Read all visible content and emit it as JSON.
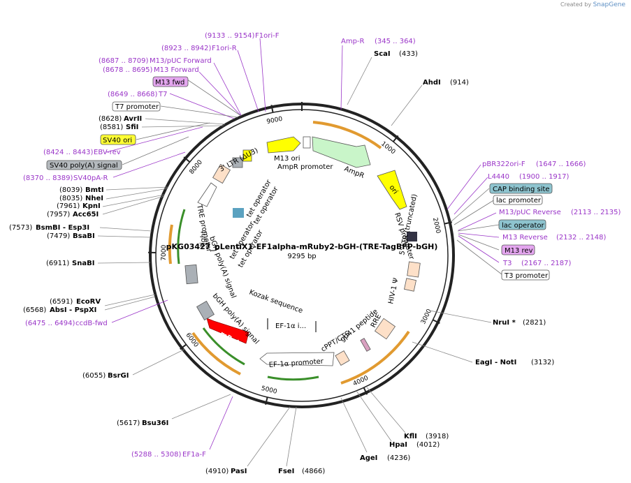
{
  "credit": {
    "prefix": "Created by",
    "brand": "SnapGene"
  },
  "plasmid": {
    "name": "pKG03427_pLentiX1-EF1alpha-mRuby2-bGH-(TRE-TagBFP-bGH)",
    "length": "9295 bp",
    "ticks": [
      "1000",
      "2000",
      "3000",
      "4000",
      "5000",
      "6000",
      "7000",
      "8000",
      "9000"
    ]
  },
  "sites": [
    {
      "name": "ScaI",
      "pos": "(433)"
    },
    {
      "name": "AhdI",
      "pos": "(914)"
    },
    {
      "name": "NruI *",
      "pos": "(2821)"
    },
    {
      "name": "EagI - NotI",
      "pos": "(3132)"
    },
    {
      "name": "KflI",
      "pos": "(3918)"
    },
    {
      "name": "HpaI",
      "pos": "(4012)"
    },
    {
      "name": "AgeI",
      "pos": "(4236)"
    },
    {
      "name": "FseI",
      "pos": "(4866)"
    },
    {
      "name": "PasI",
      "pos": "(4910)"
    },
    {
      "name": "Bsu36I",
      "pos": "(5617)"
    },
    {
      "name": "BsrGI",
      "pos": "(6055)"
    },
    {
      "name": "EcoRV",
      "pos": "(6591)"
    },
    {
      "name": "AbsI - PspXI",
      "pos": "(6568)"
    },
    {
      "name": "SnaBI",
      "pos": "(6911)"
    },
    {
      "name": "BsaBI",
      "pos": "(7479)"
    },
    {
      "name": "BsmBI - Esp3I",
      "pos": "(7573)"
    },
    {
      "name": "Acc65I",
      "pos": "(7957)"
    },
    {
      "name": "KpnI",
      "pos": "(7961)"
    },
    {
      "name": "NheI",
      "pos": "(8035)"
    },
    {
      "name": "BmtI",
      "pos": "(8039)"
    },
    {
      "name": "SfiI",
      "pos": "(8581)"
    },
    {
      "name": "AvrII",
      "pos": "(8628)"
    }
  ],
  "primers": [
    {
      "name": "F1ori-F",
      "range": "(9133 .. 9154)"
    },
    {
      "name": "F1ori-R",
      "range": "(8923 .. 8942)"
    },
    {
      "name": "M13/pUC Forward",
      "range": "(8687 .. 8709)"
    },
    {
      "name": "M13 Forward",
      "range": "(8678 .. 8695)"
    },
    {
      "name": "T7",
      "range": "(8649 .. 8668)"
    },
    {
      "name": "EBV-rev",
      "range": "(8424 .. 8443)"
    },
    {
      "name": "SV40pA-R",
      "range": "(8370 .. 8389)"
    },
    {
      "name": "ccdB-fwd",
      "range": "(6475 .. 6494)"
    },
    {
      "name": "EF1a-F",
      "range": "(5288 .. 5308)"
    },
    {
      "name": "Amp-R",
      "range": "(345 .. 364)"
    },
    {
      "name": "pBR322ori-F",
      "range": "(1647 .. 1666)"
    },
    {
      "name": "L4440",
      "range": "(1900 .. 1917)"
    },
    {
      "name": "M13/pUC Reverse",
      "range": "(2113 .. 2135)"
    },
    {
      "name": "M13 Reverse",
      "range": "(2132 .. 2148)"
    },
    {
      "name": "T3",
      "range": "(2167 .. 2187)"
    }
  ],
  "boxed_features": [
    {
      "name": "M13 fwd"
    },
    {
      "name": "T7 promoter"
    },
    {
      "name": "SV40 ori"
    },
    {
      "name": "SV40 poly(A) signal"
    },
    {
      "name": "CAP binding site"
    },
    {
      "name": "lac promoter"
    },
    {
      "name": "lac operator"
    },
    {
      "name": "M13 rev"
    },
    {
      "name": "T3 promoter"
    }
  ],
  "inner_features": {
    "m13ori": "M13 ori",
    "ampr_promoter": "AmpR promoter",
    "ampr": "AmpR",
    "ori": "ori",
    "ltr3": "3' LTR (ΔU3)",
    "rsv": "RSV promoter",
    "ltr5": "5' LTR (truncated)",
    "hiv_psi": "HIV-1 Ψ",
    "rre": "RRE",
    "gp41": "gp41 peptide",
    "cppt": "cPPT/CTS",
    "ef1a_promoter": "EF-1α promoter",
    "ef1a_intron": "EF-1α i...",
    "kozak": "Kozak sequence",
    "mruby2": "mRuby2",
    "bgh2": "bGH poly(A) signal",
    "bgh1": "bGH poly(A) signal",
    "tre": "TRE promoter",
    "tight": "tight",
    "tet1": "tet operator",
    "tet2": "tet operator",
    "tet3": "tet operator",
    "tet4": "tet operator"
  }
}
